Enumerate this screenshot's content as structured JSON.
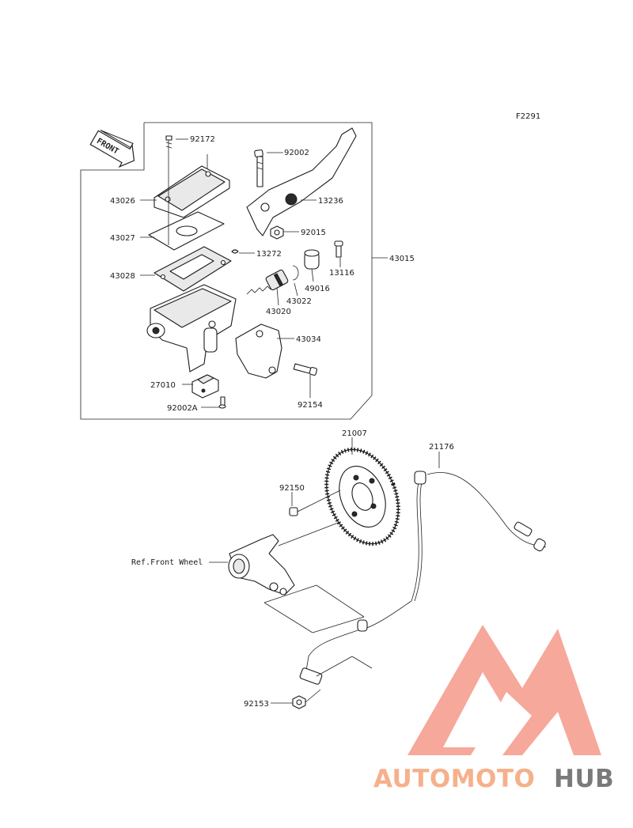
{
  "figure_code": "F2291",
  "front_badge": "FRONT",
  "group_label": "43015",
  "reference_label": "Ref.Front Wheel",
  "parts": {
    "p92172": "92172",
    "p92002": "92002",
    "p43026": "43026",
    "p13236": "13236",
    "p92015": "92015",
    "p43027": "43027",
    "p13272": "13272",
    "p13116": "13116",
    "p43028": "43028",
    "p49016": "49016",
    "p43022": "43022",
    "p43020": "43020",
    "p43034": "43034",
    "p27010": "27010",
    "p92002A": "92002A",
    "p92154": "92154",
    "p21007": "21007",
    "p21176": "21176",
    "p92150": "92150",
    "p92153": "92153"
  },
  "watermark": {
    "brand_part1": "AUTOMOTO",
    "brand_part2": "HUB",
    "color_primary": "#f4998a",
    "color_secondary": "#7a7a7a"
  }
}
